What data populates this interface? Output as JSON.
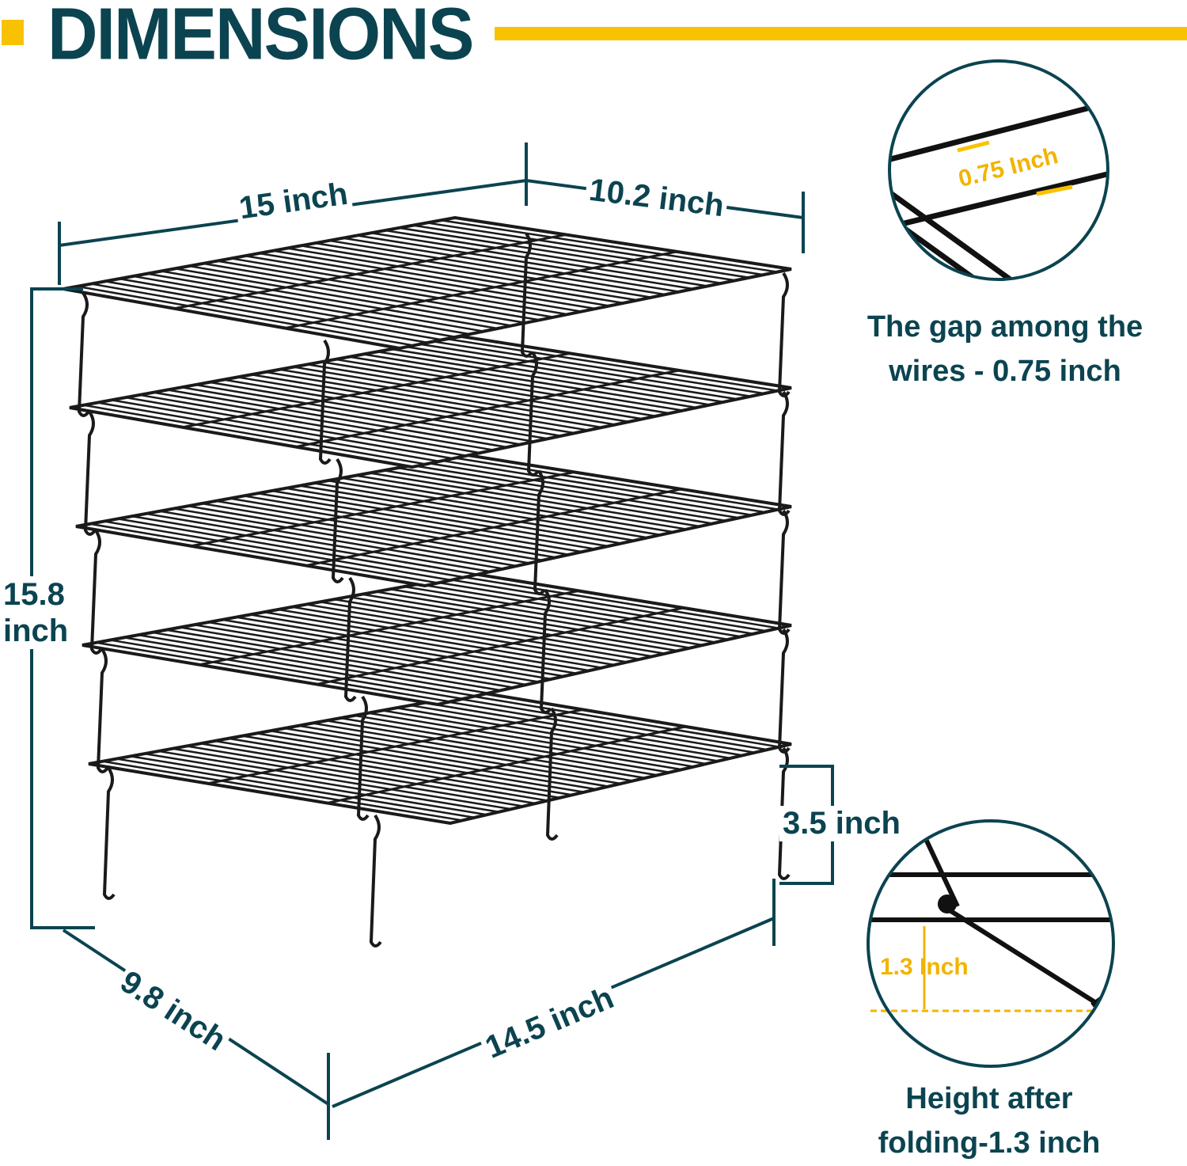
{
  "title": "DIMENSIONS",
  "colors": {
    "primary": "#0b4450",
    "accent": "#f8c200",
    "rack": "#1a1a1a"
  },
  "dimensions": {
    "length_top": "15 inch",
    "width_top": "10.2 inch",
    "height_total_line1": "15.8",
    "height_total_line2": "inch",
    "tier_gap": "3.5 inch",
    "width_bottom": "9.8 inch",
    "length_bottom": "14.5 inch"
  },
  "detail_wire_gap": {
    "label": "0.75 Inch",
    "caption_line1": "The gap among the",
    "caption_line2": "wires - 0.75 inch"
  },
  "detail_fold": {
    "label": "1.3 Inch",
    "caption_line1": "Height after",
    "caption_line2": "folding-1.3 inch"
  },
  "tiers": 5
}
